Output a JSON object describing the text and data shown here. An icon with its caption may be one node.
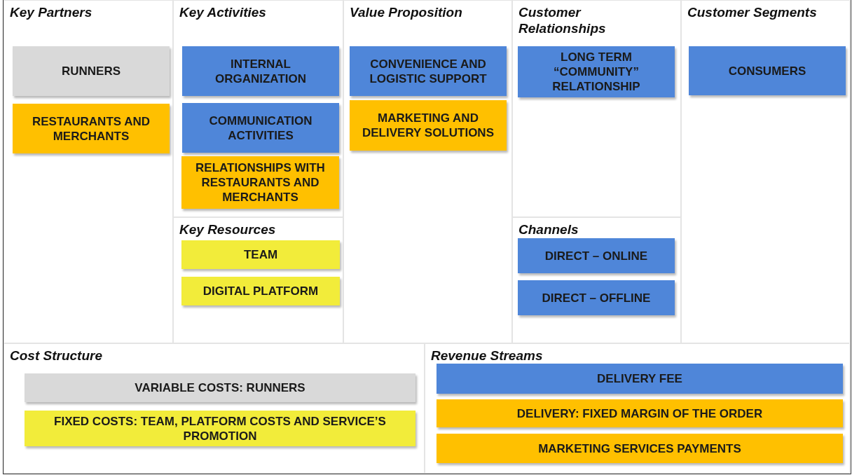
{
  "diagram": {
    "nodes": [
      {
        "text": [
          "Key Partners"
        ]
      },
      {
        "text": [
          "RUNNERS"
        ],
        "in": 0
      },
      {
        "text": [
          "RESTAURANTS AND MERCHANTS"
        ],
        "in": 0
      },
      {
        "text": [
          "Key Activities"
        ]
      },
      {
        "text": [
          "INTERNAL ORGANIZATION"
        ],
        "in": 3
      },
      {
        "text": [
          "COMMUNICATION ACTIVITIES"
        ],
        "in": 3
      },
      {
        "text": [
          "RELATIONSHIPS WITH RESTAURANTS AND MERCHANTS"
        ],
        "in": 3
      },
      {
        "text": [
          "Key Resources"
        ]
      },
      {
        "text": [
          "TEAM"
        ],
        "in": 7
      },
      {
        "text": [
          "DIGITAL PLATFORM"
        ],
        "in": 7
      },
      {
        "text": [
          "Value Proposition"
        ]
      },
      {
        "text": [
          "CONVENIENCE AND LOGISTIC SUPPORT"
        ],
        "in": 10
      },
      {
        "text": [
          "MARKETING AND DELIVERY SOLUTIONS"
        ],
        "in": 10
      },
      {
        "text": [
          "Customer Relationships"
        ]
      },
      {
        "text": [
          "LONG TERM “COMMUNITY” RELATIONSHIP"
        ],
        "in": 13
      },
      {
        "text": [
          "Channels"
        ]
      },
      {
        "text": [
          "DIRECT – ONLINE"
        ],
        "in": 15
      },
      {
        "text": [
          "DIRECT – OFFLINE"
        ],
        "in": 15
      },
      {
        "text": [
          "Customer Segments"
        ]
      },
      {
        "text": [
          "CONSUMERS"
        ],
        "in": 18
      },
      {
        "text": [
          "Cost Structure"
        ]
      },
      {
        "text": [
          "VARIABLE COSTS: RUNNERS"
        ],
        "in": 20
      },
      {
        "text": [
          "FIXED COSTS: TEAM, PLATFORM COSTS AND SERVICE’S PROMOTION"
        ],
        "in": 20
      },
      {
        "text": [
          "Revenue Streams"
        ]
      },
      {
        "text": [
          "DELIVERY FEE"
        ],
        "in": 23
      },
      {
        "text": [
          "DELIVERY: FIXED MARGIN OF THE ORDER"
        ],
        "in": 23
      },
      {
        "text": [
          "MARKETING SERVICES PAYMENTS"
        ],
        "in": 23
      }
    ]
  }
}
